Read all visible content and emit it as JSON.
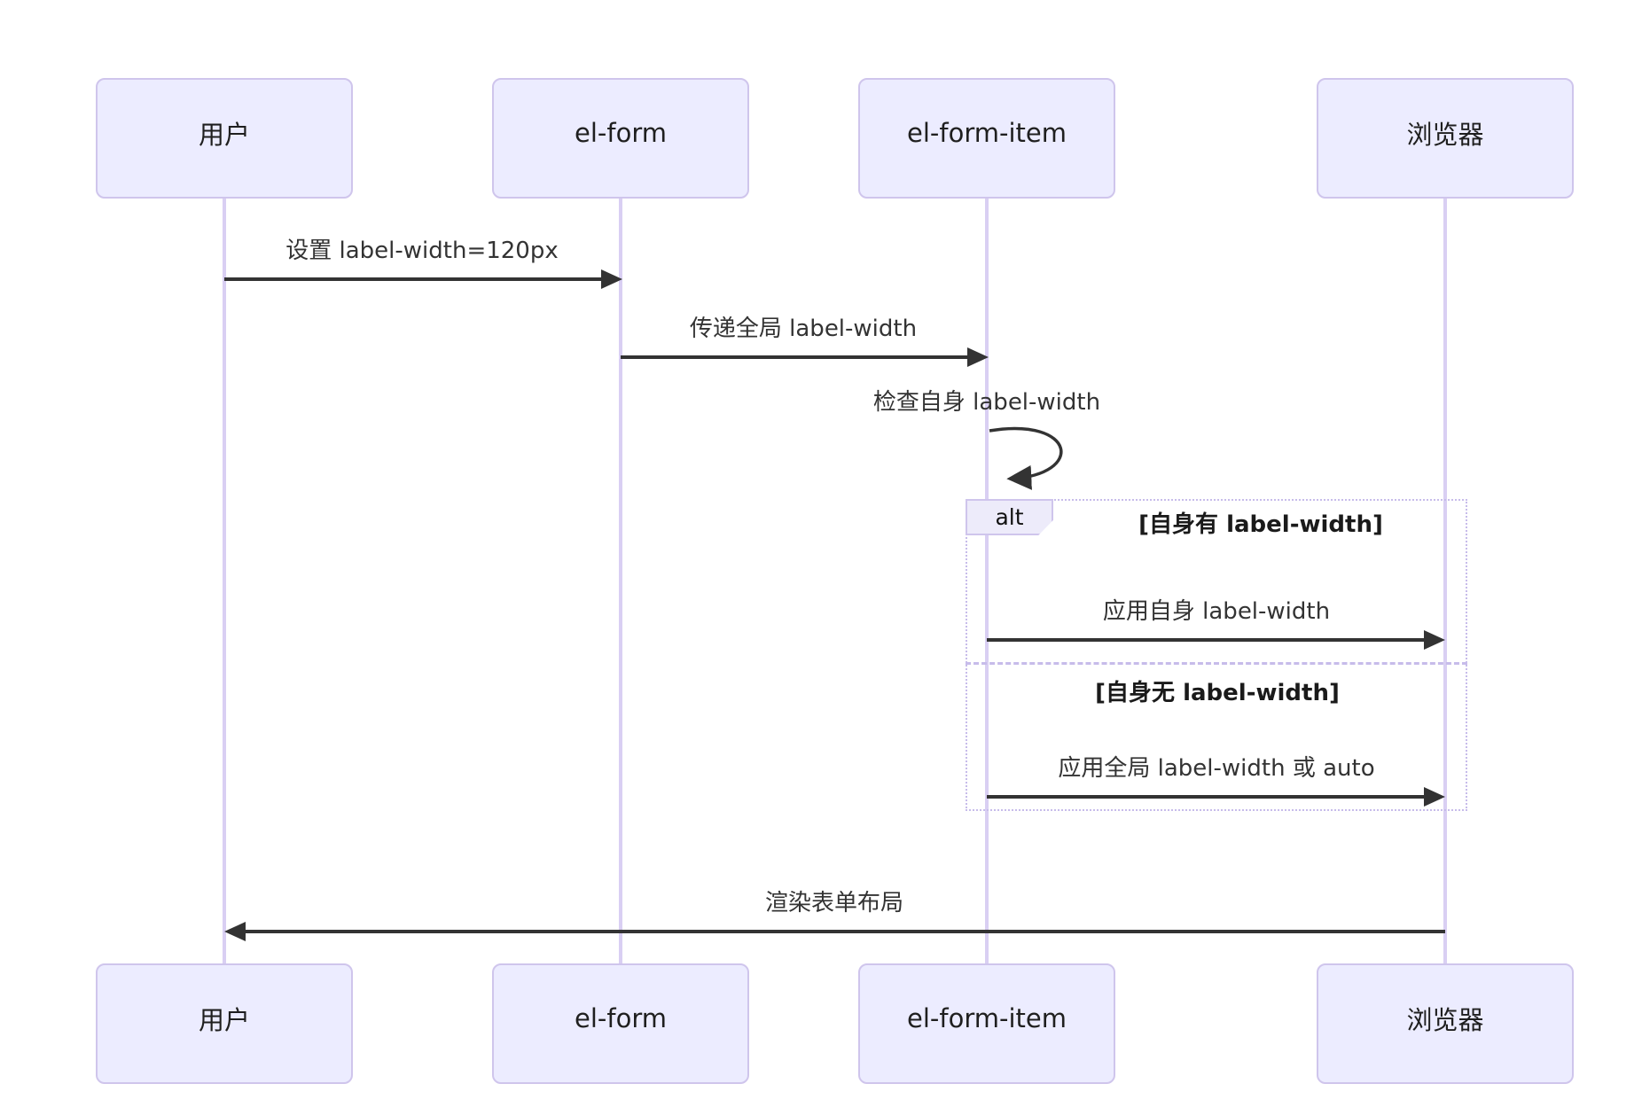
{
  "diagram": {
    "type": "sequence-diagram",
    "participants": [
      {
        "label": "用户"
      },
      {
        "label": "el-form"
      },
      {
        "label": "el-form-item"
      },
      {
        "label": "浏览器"
      }
    ],
    "messages": [
      {
        "from": "用户",
        "to": "el-form",
        "text": "设置 label-width=120px",
        "style": "solid-arrow"
      },
      {
        "from": "el-form",
        "to": "el-form-item",
        "text": "传递全局 label-width",
        "style": "solid-arrow"
      },
      {
        "from": "el-form-item",
        "to": "el-form-item",
        "text": "检查自身 label-width",
        "style": "self-loop"
      },
      {
        "from": "el-form-item",
        "to": "浏览器",
        "text": "应用自身 label-width",
        "style": "solid-arrow",
        "section": "alt"
      },
      {
        "from": "el-form-item",
        "to": "浏览器",
        "text": "应用全局 label-width 或 auto",
        "style": "solid-arrow",
        "section": "else"
      },
      {
        "from": "浏览器",
        "to": "用户",
        "text": "渲染表单布局",
        "style": "solid-arrow"
      }
    ],
    "alt_block": {
      "label": "alt",
      "conditions": [
        "[自身有 label-width]",
        "[自身无 label-width]"
      ]
    },
    "colors": {
      "actor_fill": "#ECECFF",
      "actor_border": "#CFC5EC",
      "lifeline": "#D9CFF3",
      "signal": "#333333",
      "frame_border": "#C7BCEA",
      "background": "#FFFFFF"
    }
  }
}
